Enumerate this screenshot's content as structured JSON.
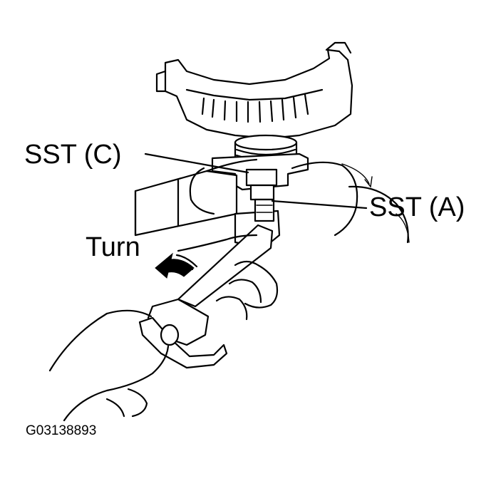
{
  "labels": {
    "sst_c": "SST (C)",
    "sst_a": "SST (A)",
    "turn": "Turn"
  },
  "figure_code": "G03138893",
  "colors": {
    "ink": "#000000",
    "paper": "#ffffff"
  },
  "icons": {
    "direction": "curved-arrow-icon"
  }
}
